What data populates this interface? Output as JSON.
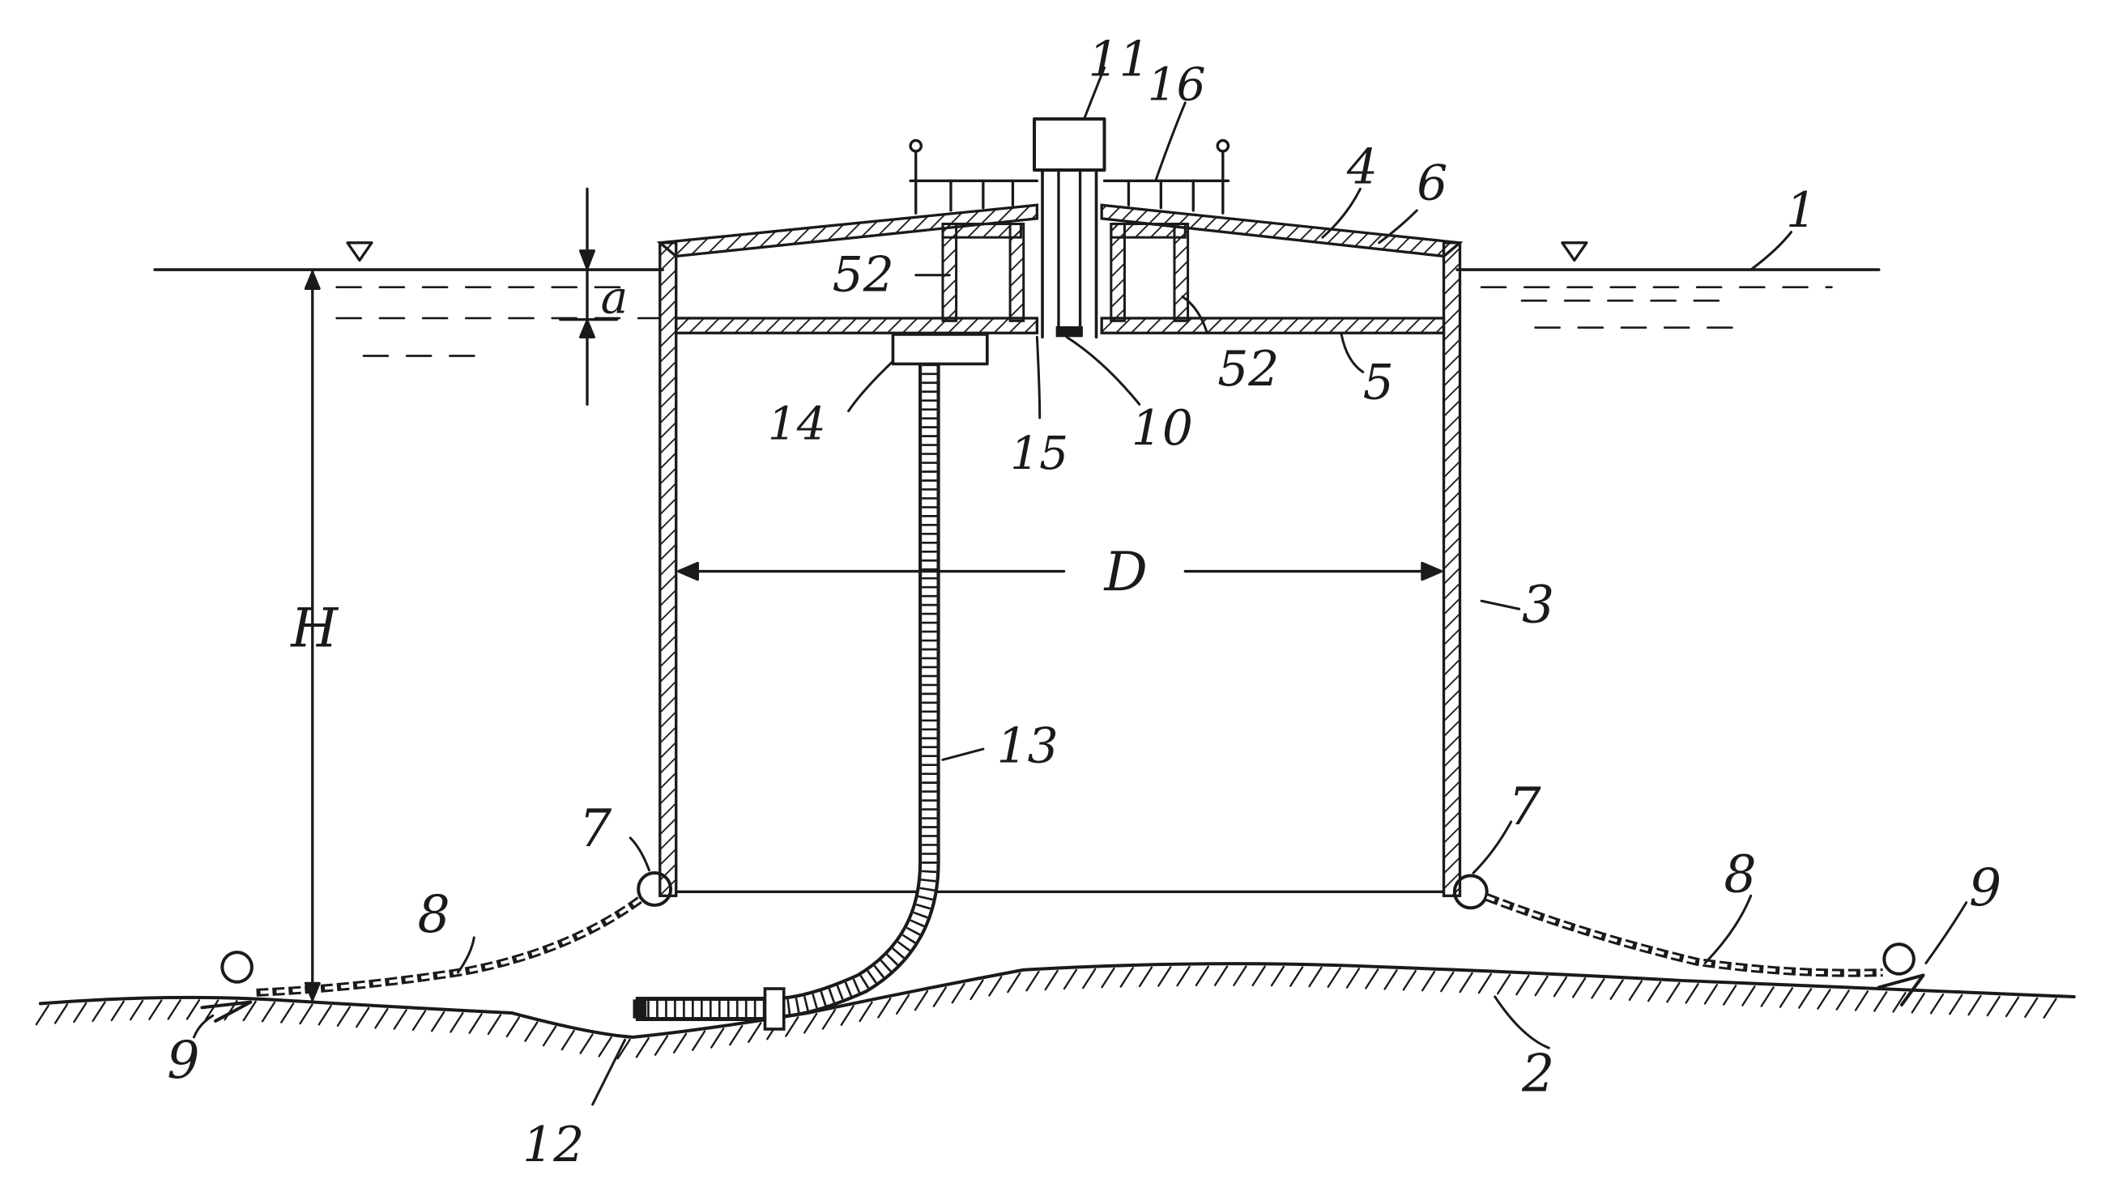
{
  "figure": {
    "reference_numerals": {
      "water_surface": "1",
      "seabed": "2",
      "tank_wall": "3",
      "roof_chamber": "4",
      "deck_plate": "5",
      "roof_plate": "6",
      "ring_left": "7",
      "ring_right": "7",
      "chain_left": "8",
      "chain_right": "8",
      "anchor_left": "9",
      "anchor_right": "9",
      "central_tube": "10",
      "top_box": "11",
      "pipe_end": "12",
      "riser_pipe": "13",
      "pipe_head": "14",
      "tube_outlet": "15",
      "roof_fitting": "16",
      "buoyancy_box_left": "52",
      "buoyancy_box_right": "52"
    },
    "dimension_labels": {
      "freeboard": "a",
      "depth": "H",
      "diameter": "D"
    }
  }
}
